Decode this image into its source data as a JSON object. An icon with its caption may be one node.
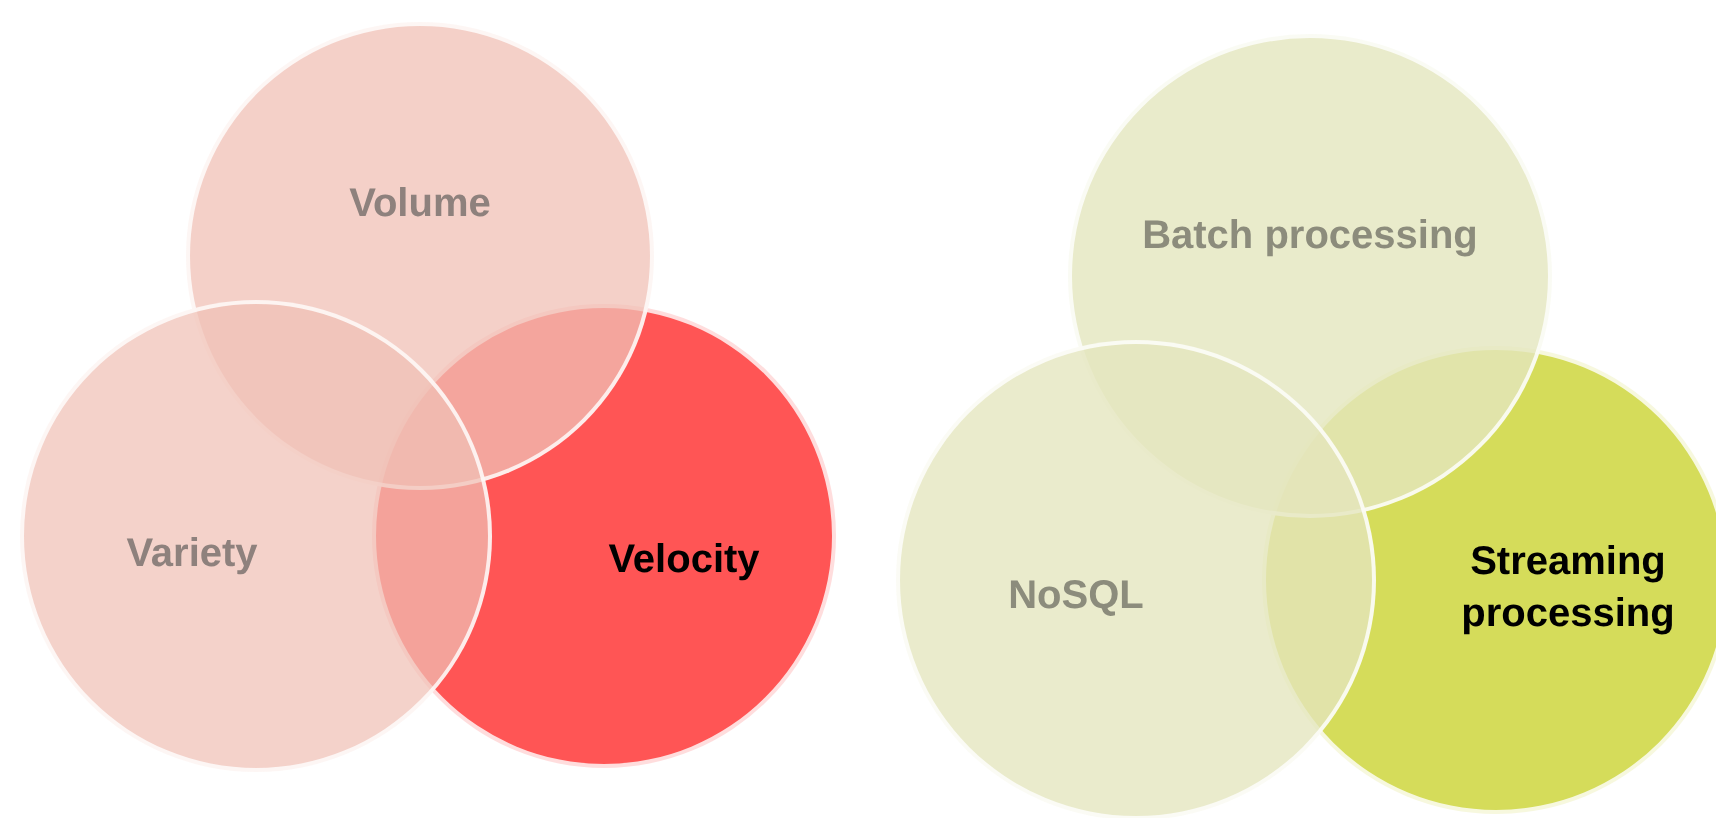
{
  "diagram": {
    "nodes": [
      {
        "text": [
          "Velocity"
        ]
      },
      {
        "text": [
          "Volume"
        ]
      },
      {
        "text": [
          "Variety"
        ]
      },
      {
        "text": [
          "Streaming processing"
        ]
      },
      {
        "text": [
          "Batch processing"
        ]
      },
      {
        "text": [
          "NoSQL"
        ]
      }
    ]
  }
}
